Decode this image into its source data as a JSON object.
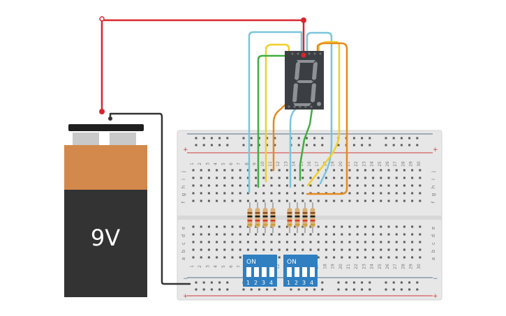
{
  "battery": {
    "label": "9V",
    "colors": {
      "top": "#d2894b",
      "body": "#333333",
      "cap": "#1f1f1f",
      "terminal": "#c9c9c9"
    }
  },
  "seven_segment": {
    "digit_shown": "8.",
    "colors": {
      "body": "#3b3f43",
      "segment_off": "#8d9296"
    }
  },
  "dip_switches": [
    {
      "label": "ON",
      "switch_numbers": [
        "1",
        "2",
        "3",
        "4"
      ]
    },
    {
      "label": "ON",
      "switch_numbers": [
        "1",
        "2",
        "3",
        "4"
      ]
    }
  ],
  "breadboard": {
    "rail_plus": "+",
    "rail_minus": "−",
    "row_letters_top": [
      "j",
      "i",
      "h",
      "g",
      "f"
    ],
    "row_letters_bottom": [
      "e",
      "d",
      "c",
      "b",
      "a"
    ],
    "column_numbers": [
      "1",
      "2",
      "3",
      "4",
      "5",
      "6",
      "7",
      "8",
      "9",
      "10",
      "11",
      "12",
      "13",
      "14",
      "15",
      "16",
      "17",
      "18",
      "19",
      "20",
      "21",
      "22",
      "23",
      "24",
      "25",
      "26",
      "27",
      "28",
      "29",
      "30"
    ]
  },
  "wire_colors": {
    "red": "#d9262e",
    "black": "#333333",
    "cyan": "#78c6dc",
    "yellow": "#f0d02a",
    "green": "#3fae3f",
    "orange": "#e68a1e"
  },
  "resistor_count": 8
}
